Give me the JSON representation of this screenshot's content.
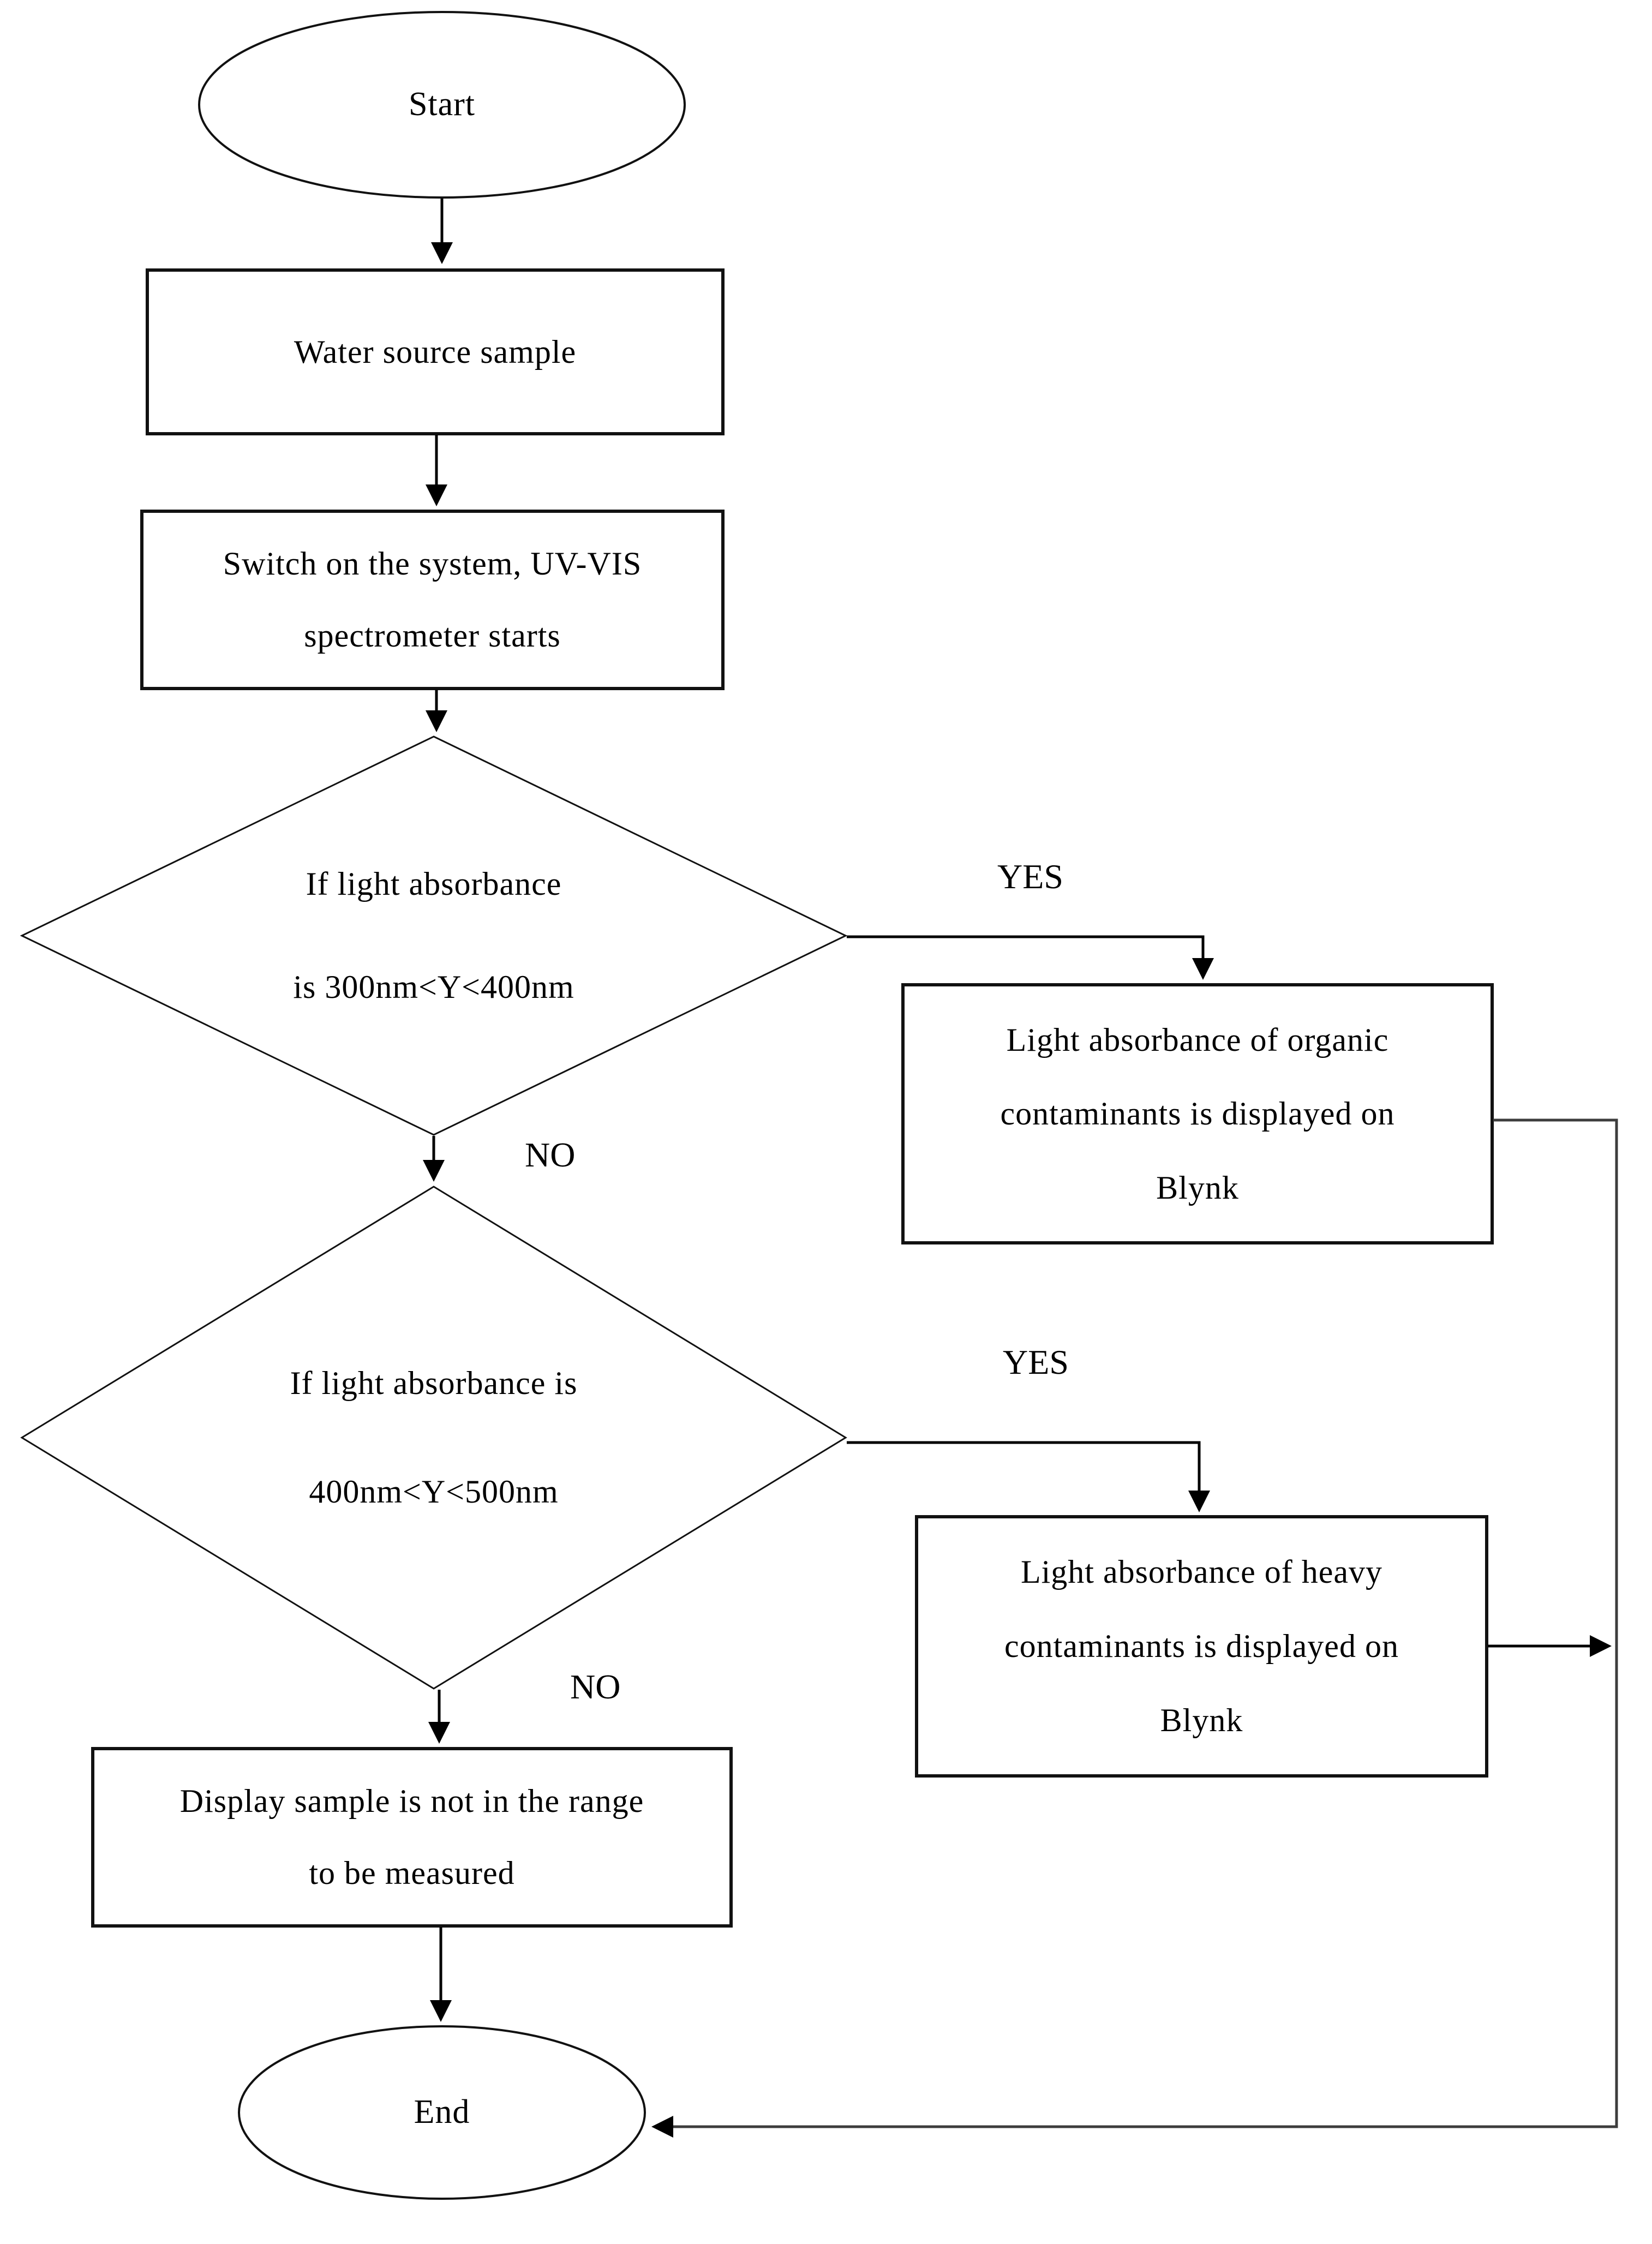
{
  "diagram_type": "flowchart",
  "nodes": {
    "start": {
      "label": "Start"
    },
    "water_sample": {
      "label": "Water source sample"
    },
    "switch_on": {
      "lines": [
        "Switch on the system, UV-VIS",
        "spectrometer starts"
      ]
    },
    "decision1": {
      "lines": [
        "If light absorbance",
        "is 300nm<Y<400nm"
      ]
    },
    "organic_result": {
      "lines": [
        "Light absorbance of organic",
        "contaminants is displayed on",
        "Blynk"
      ]
    },
    "decision2": {
      "lines": [
        "If light absorbance is",
        "400nm<Y<500nm"
      ]
    },
    "heavy_result": {
      "lines": [
        "Light absorbance of heavy",
        "contaminants is displayed on",
        "Blynk"
      ]
    },
    "out_of_range": {
      "lines": [
        "Display sample is not in the range",
        "to be measured"
      ]
    },
    "end": {
      "label": "End"
    }
  },
  "edges": {
    "yes1": {
      "label": "YES"
    },
    "no1": {
      "label": "NO"
    },
    "yes2": {
      "label": "YES"
    },
    "no2": {
      "label": "NO"
    }
  },
  "colors": {
    "background": "#ffffff",
    "shape_stroke": "#111111",
    "connector": "#000000",
    "long_connector": "#3d3d3d",
    "text": "#000000"
  }
}
